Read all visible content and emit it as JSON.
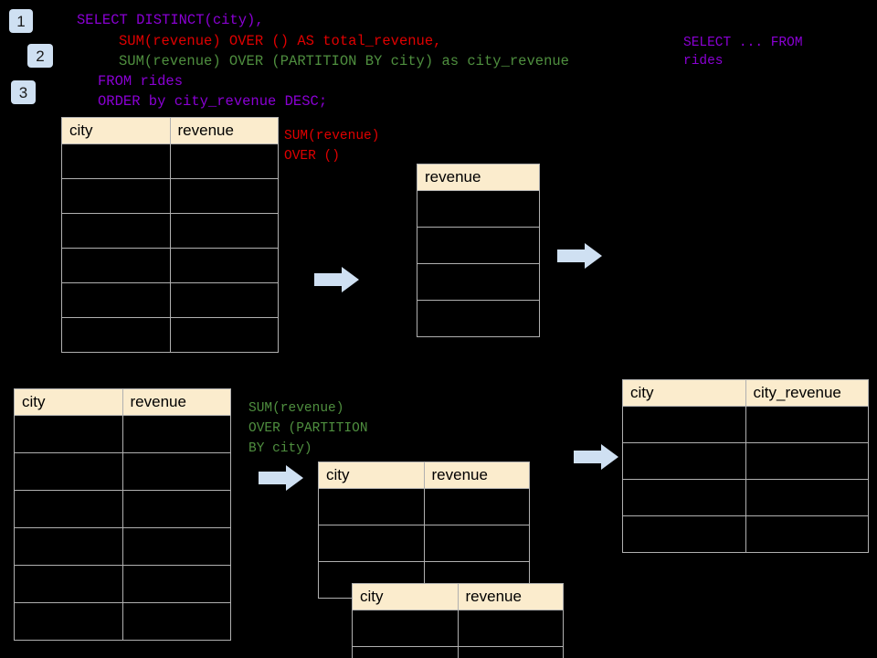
{
  "page": {
    "background": "#000000",
    "header_fill": "#fbeccd",
    "grid_line": "#b0b0b0",
    "arrow_fill": "#cfe0f2",
    "badge_fill": "#cfe0f2"
  },
  "badges": [
    {
      "label": "1"
    },
    {
      "label": "2"
    },
    {
      "label": "3"
    }
  ],
  "sql": {
    "line1": "SELECT DISTINCT(city),",
    "line2": "SUM(revenue) OVER () AS total_revenue,",
    "line3": "SUM(revenue) OVER (PARTITION BY city) as city_revenue",
    "line4": "FROM rides",
    "line5": "ORDER by city_revenue DESC;",
    "colors": {
      "line1": "#8a00d4",
      "line2": "#e00000",
      "line3": "#4f8f3f",
      "line4": "#8a00d4",
      "line5": "#8a00d4"
    }
  },
  "annotations": {
    "source_note": "SELECT ... FROM\nrides",
    "total_revenue_note": "SUM(revenue)\nOVER ()",
    "city_revenue_note": "SUM(revenue)\nOVER (PARTITION\nBY city)"
  },
  "tables": {
    "source_top": {
      "name": "rides-source-top",
      "headers": [
        "city",
        "revenue"
      ],
      "row_count": 6
    },
    "total_revenue": {
      "name": "total-revenue",
      "headers": [
        "revenue"
      ],
      "row_count": 4
    },
    "source_bottom": {
      "name": "rides-source-bottom",
      "headers": [
        "city",
        "revenue"
      ],
      "row_count": 6
    },
    "partition_a": {
      "name": "partition-group-a",
      "headers": [
        "city",
        "revenue"
      ],
      "row_count": 3
    },
    "partition_b": {
      "name": "partition-group-b",
      "headers": [
        "city",
        "revenue"
      ],
      "row_count": 2
    },
    "result": {
      "name": "final-result",
      "headers": [
        "city",
        "city_revenue"
      ],
      "row_count": 4
    }
  },
  "arrows": [
    {
      "name": "arrow-source-to-total"
    },
    {
      "name": "arrow-total-to-result"
    },
    {
      "name": "arrow-source-to-partition"
    },
    {
      "name": "arrow-partition-to-result"
    }
  ]
}
